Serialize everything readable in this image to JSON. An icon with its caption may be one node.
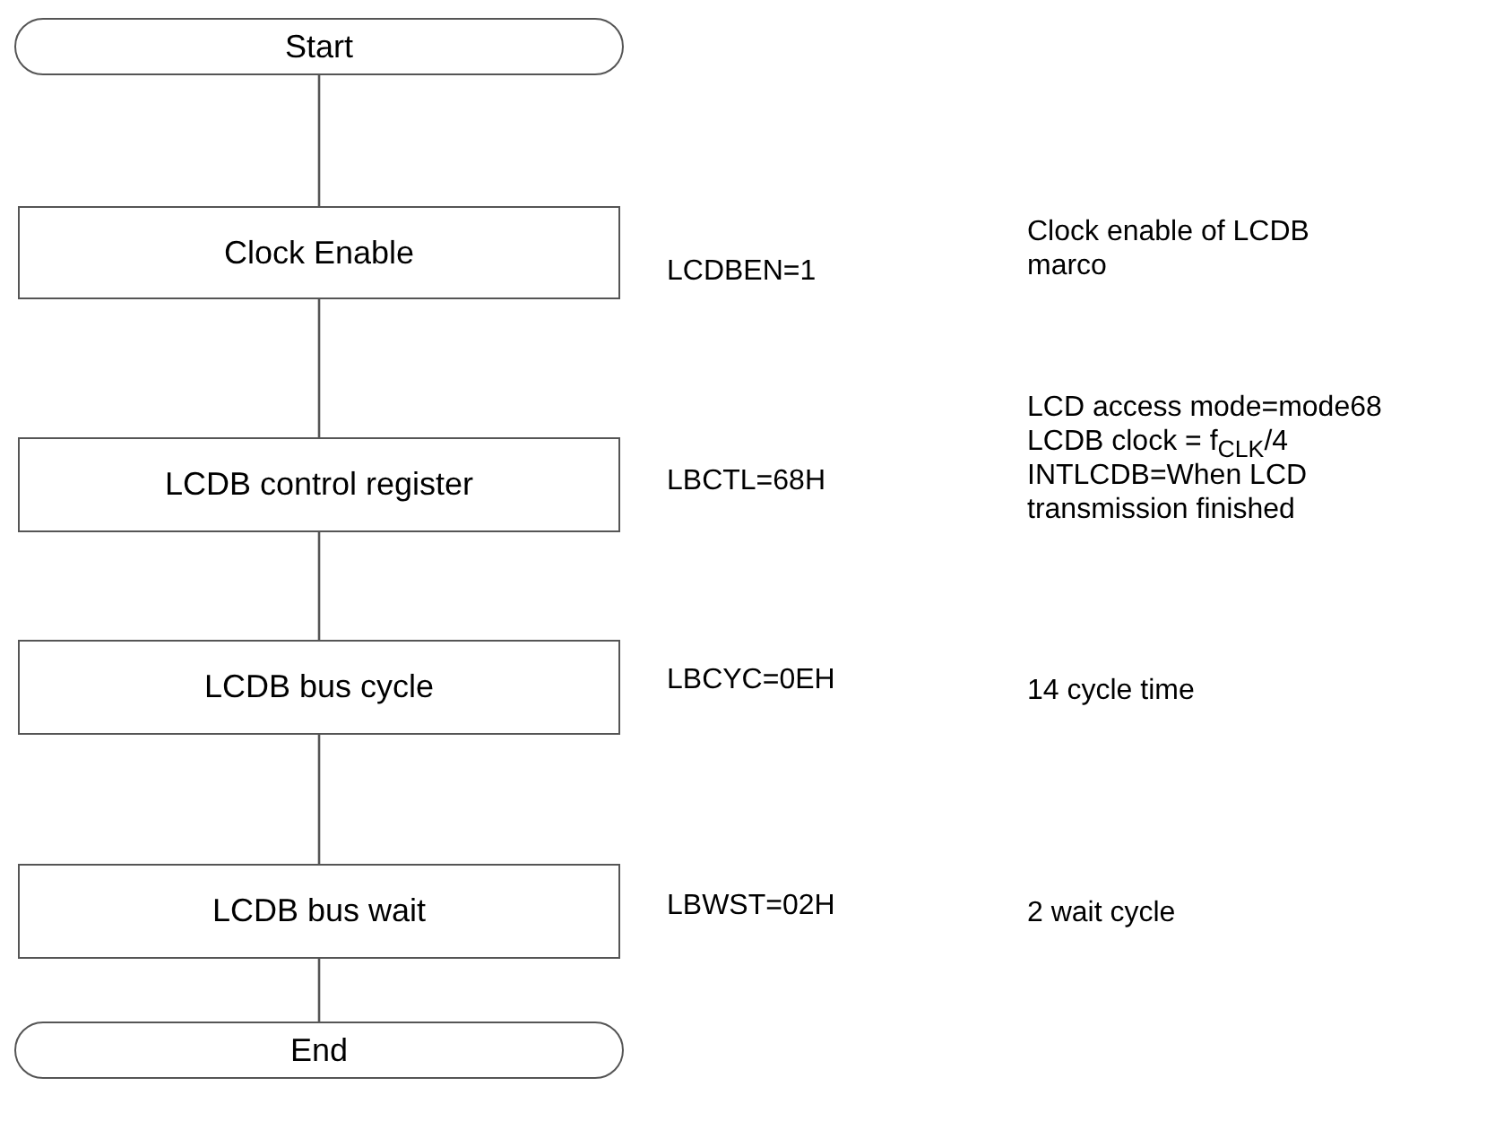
{
  "diagram": {
    "nodes": [
      {
        "text": [
          "Start"
        ]
      },
      {
        "text": [
          "Clock Enable"
        ],
        "beside": [
          "LCDBEN=1"
        ]
      },
      {
        "text": [
          "LCDB control register"
        ],
        "beside": [
          "LBCTL=68H"
        ]
      },
      {
        "text": [
          "LCDB bus cycle"
        ],
        "beside": [
          "LBCYC=0EH"
        ]
      },
      {
        "text": [
          "LCDB bus wait"
        ],
        "beside": [
          "LBWST=02H"
        ]
      },
      {
        "text": [
          "End"
        ]
      }
    ],
    "edges": [
      {
        "from": 0,
        "to": 1,
        "arrow": "none"
      },
      {
        "from": 1,
        "to": 2,
        "arrow": "none"
      },
      {
        "from": 2,
        "to": 3,
        "arrow": "none"
      },
      {
        "from": 3,
        "to": 4,
        "arrow": "none"
      },
      {
        "from": 4,
        "to": 5,
        "arrow": "none"
      }
    ],
    "labels": [
      "Clock enable of LCDB marco",
      "LCD access mode=mode68",
      "LCDB clock = f$_{CLK}$/4",
      "INTLCDB=When LCD transmission finished",
      "14 cycle time",
      "2 wait cycle"
    ]
  }
}
